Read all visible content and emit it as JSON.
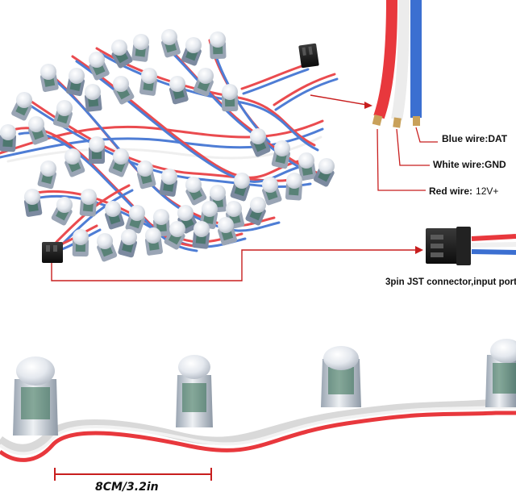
{
  "labels": {
    "blue_wire": "Blue wire:DAT",
    "white_wire": "White wire:GND",
    "red_wire_name": "Red wire:",
    "red_wire_voltage": "12V+",
    "jst_connector": "3pin JST connector,input port",
    "pixel_spacing": "8CM/3.2in"
  },
  "colors": {
    "red_wire": "#e8383d",
    "white_wire": "#f2f2f2",
    "blue_wire": "#3b6fd1",
    "callout_line": "#c81e1e",
    "pixel_body": "#dde3ea",
    "pcb": "#2f6b4e",
    "connector": "#1a1a1a"
  }
}
